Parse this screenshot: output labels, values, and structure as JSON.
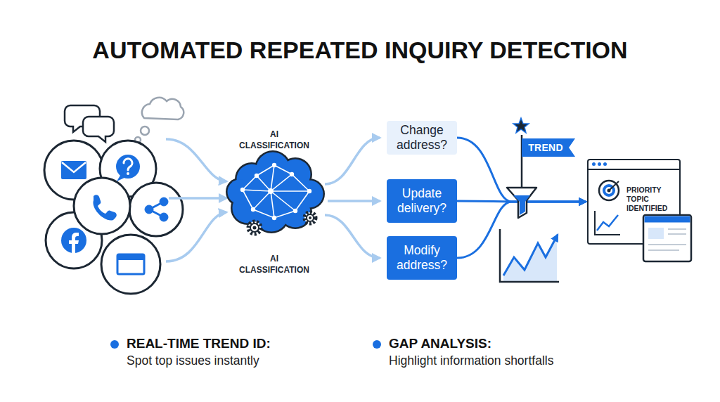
{
  "diagram": {
    "title": "AUTOMATED REPEATED INQUIRY DETECTION",
    "nodes": [
      {
        "text": [
          "Change address?"
        ]
      },
      {
        "text": [
          "Update delivery?"
        ]
      },
      {
        "text": [
          "Modify address?"
        ]
      },
      {
        "text": [
          "TREND"
        ]
      },
      {
        "text": [
          "PRIORITY TOPIC IDENTIFIED"
        ]
      }
    ],
    "edges": [
      {
        "from": 0,
        "to": 4,
        "arrow": "to"
      },
      {
        "from": 1,
        "to": 4,
        "arrow": "to"
      },
      {
        "from": 2,
        "to": 4,
        "arrow": "to"
      }
    ],
    "labels": [
      "AI CLASSIFICATION",
      "AI CLASSIFICATION",
      "REAL-TIME TREND ID:",
      "Spot top issues instantly",
      "GAP ANALYSIS:",
      "Highlight information shortfalls"
    ]
  }
}
